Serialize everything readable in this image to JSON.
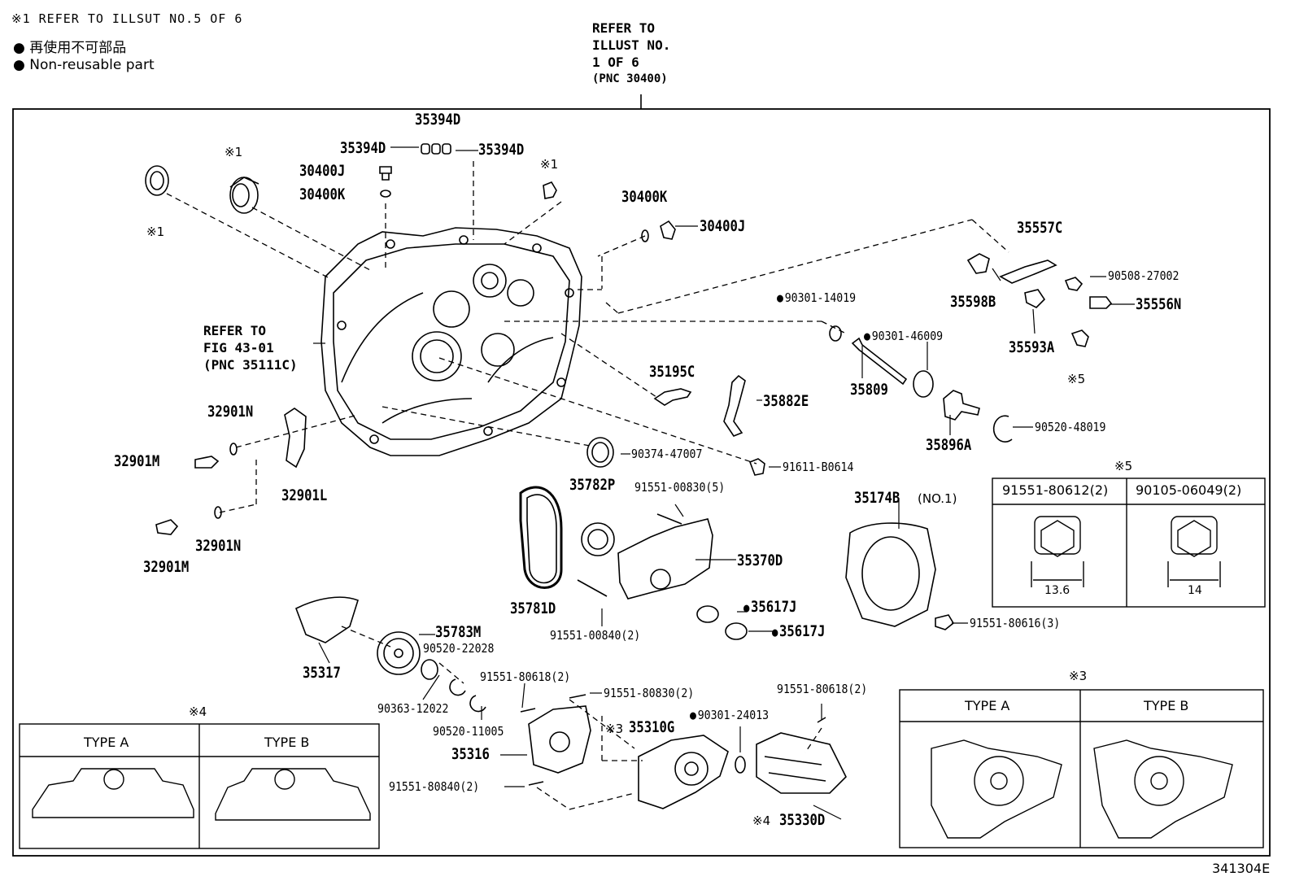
{
  "header": {
    "note1": "※1 REFER TO ILLSUT NO.5 OF 6",
    "legend_jp": "● 再使用不可部品",
    "legend_en": "● Non-reusable part",
    "refer_top": [
      "REFER TO",
      "ILLUST NO.",
      "1 OF 6",
      "(PNC 30400)"
    ]
  },
  "refer_left": [
    "REFER TO",
    "FIG 43-01",
    "(PNC 35111C)"
  ],
  "parts": {
    "p35394D_top": "35394D",
    "p35394D_l": "35394D",
    "p35394D_r": "35394D",
    "p30400J_a": "30400J",
    "p30400K_a": "30400K",
    "p30400K_b": "30400K",
    "p30400J_b": "30400J",
    "p35557C": "35557C",
    "p90508": "90508-27002",
    "p35598B": "35598B",
    "p35556N": "35556N",
    "p90301_14019": "90301-14019",
    "p90301_46009": "90301-46009",
    "p35593A": "35593A",
    "p35195C": "35195C",
    "p35809": "35809",
    "p35882E": "35882E",
    "p35896A": "35896A",
    "p90520_48019": "90520-48019",
    "p32901N_a": "32901N",
    "p32901M_a": "32901M",
    "p32901L": "32901L",
    "p32901N_b": "32901N",
    "p32901M_b": "32901M",
    "p90374": "90374-47007",
    "p91611": "91611-B0614",
    "p35782P": "35782P",
    "p91551_00830": "91551-00830(5)",
    "p35174B": "35174B",
    "p35174B_no": "(NO.1)",
    "p35370D": "35370D",
    "p35781D": "35781D",
    "p91551_00840": "91551-00840(2)",
    "p35617J_a": "35617J",
    "p35617J_b": "35617J",
    "p91551_80616": "91551-80616(3)",
    "p35783M": "35783M",
    "p90520_22028": "90520-22028",
    "p35317": "35317",
    "p90363": "90363-12022",
    "p91551_80618_a": "91551-80618(2)",
    "p91551_80830": "91551-80830(2)",
    "p90520_11005": "90520-11005",
    "p90301_24013": "90301-24013",
    "p91551_80618_b": "91551-80618(2)",
    "p35310G": "35310G",
    "p35316": "35316",
    "p91551_80840": "91551-80840(2)",
    "p35330D": "35330D"
  },
  "marks": {
    "m1_a": "※1",
    "m1_b": "※1",
    "m1_c": "※1",
    "m5": "※5",
    "m5_table": "※5",
    "m3_small": "※3",
    "m3_panel": "※3",
    "m4_panel": "※4",
    "m4_small": "※4"
  },
  "table5": {
    "col1": "91551-80612(2)",
    "col2": "90105-06049(2)",
    "dim1": "13.6",
    "dim2": "14"
  },
  "panel4": {
    "type_a": "TYPE A",
    "type_b": "TYPE B"
  },
  "panel3": {
    "type_a": "TYPE A",
    "type_b": "TYPE B"
  },
  "footer": {
    "illust_code": "341304E"
  }
}
